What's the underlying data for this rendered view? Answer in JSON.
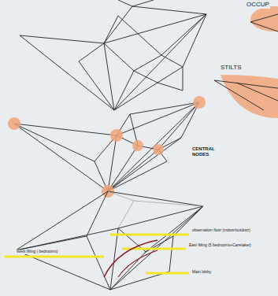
{
  "diagram": {
    "labels": [
      "OCCUP",
      "STILTS",
      "CENTRAL NODES",
      "observation floor (indoor/outdoor)",
      "East Wing (5 bedrooms+Caretaker)",
      "West Wing ( bedrooms)",
      "Main lobby"
    ]
  }
}
